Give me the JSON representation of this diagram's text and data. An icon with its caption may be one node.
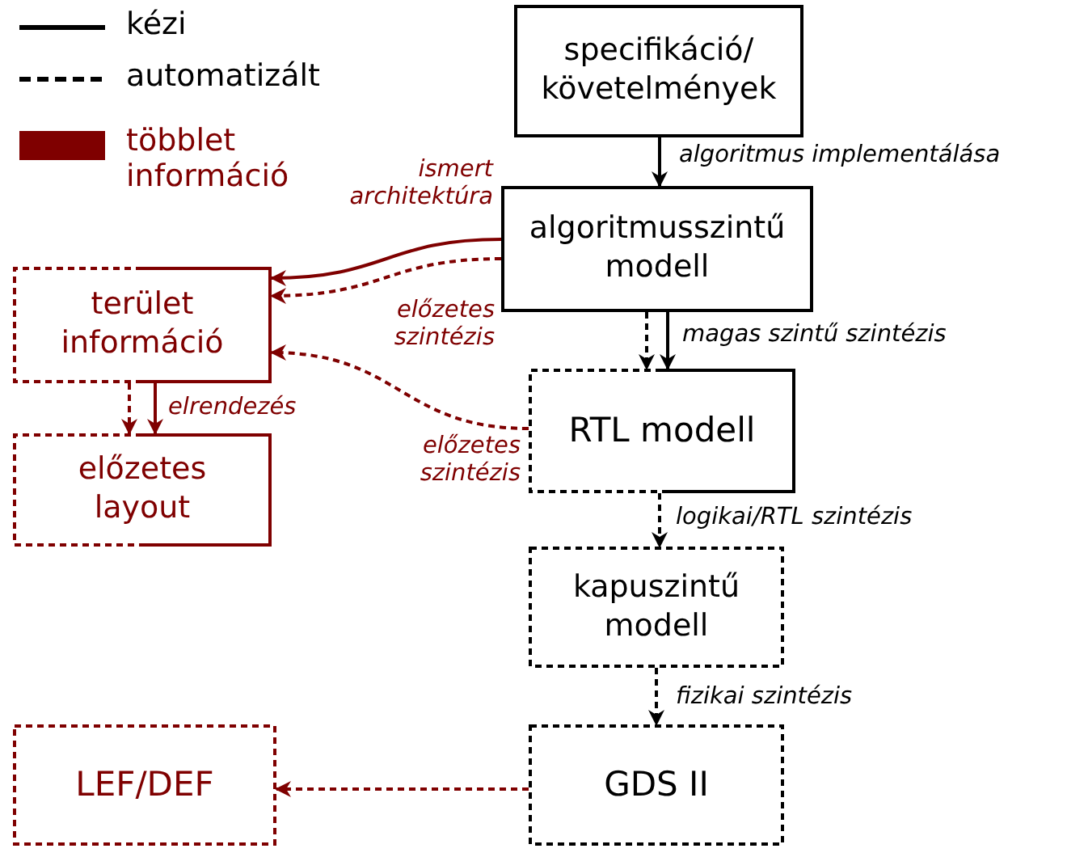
{
  "diagram": {
    "nodes": [
      {
        "text": [
          "specifikáció/ követelmények"
        ]
      },
      {
        "text": [
          "algoritmusszintű modell"
        ]
      },
      {
        "text": [
          "RTL modell"
        ]
      },
      {
        "text": [
          "kapuszintű modell"
        ]
      },
      {
        "text": [
          "GDS II"
        ]
      },
      {
        "text": [
          "terület információ"
        ]
      },
      {
        "text": [
          "előzetes layout"
        ]
      },
      {
        "text": [
          "LEF/DEF"
        ]
      }
    ],
    "edges": [
      {
        "from": 0,
        "to": 1,
        "arrow": "to",
        "color": "#000000",
        "label": "algoritmus implementálása"
      },
      {
        "from": 1,
        "to": 2,
        "arrow": "to",
        "style": "dashed",
        "color": "#000000"
      },
      {
        "from": 1,
        "to": 2,
        "arrow": "to",
        "color": "#000000",
        "label": "magas szintű szintézis"
      },
      {
        "from": 2,
        "to": 3,
        "arrow": "to",
        "style": "dashed",
        "color": "#000000",
        "label": "logikai/RTL szintézis"
      },
      {
        "from": 3,
        "to": 4,
        "arrow": "to",
        "style": "dashed",
        "color": "#000000",
        "label": "fizikai szintézis"
      },
      {
        "from": 1,
        "to": 5,
        "arrow": "to",
        "label": "ismert architektúra"
      },
      {
        "from": 1,
        "to": 5,
        "arrow": "to",
        "style": "dashed",
        "label": "előzetes szintézis"
      },
      {
        "from": 2,
        "to": 5,
        "arrow": "to",
        "style": "dashed",
        "label": "előzetes szintézis"
      },
      {
        "from": 5,
        "to": 6,
        "arrow": "to",
        "style": "dashed"
      },
      {
        "from": 5,
        "to": 6,
        "arrow": "to",
        "label": "elrendezés"
      },
      {
        "from": 4,
        "to": 7,
        "arrow": "to",
        "style": "dashed"
      }
    ],
    "legend": [
      {
        "text": "kézi"
      },
      {
        "text": "automatizált"
      },
      {
        "text": "többlet információ",
        "color": "#7f0000"
      }
    ]
  }
}
